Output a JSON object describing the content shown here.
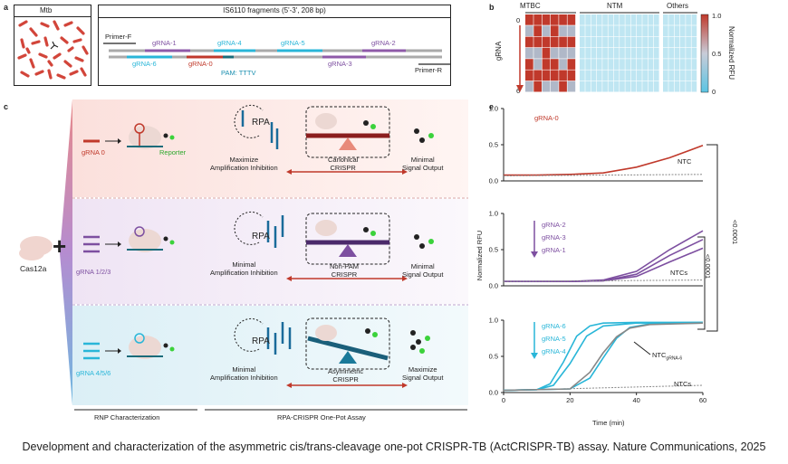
{
  "panel_a": {
    "letter": "a",
    "mtb_label": "Mtb",
    "title": "IS6110 fragments (5'-3', 208 bp)",
    "primer_f": "Primer-F",
    "primer_r": "Primer-R",
    "pam": "PAM: TTTV",
    "grnas_top": [
      "gRNA-1",
      "gRNA-4",
      "gRNA-5",
      "gRNA-2"
    ],
    "grnas_bottom": [
      "gRNA-6",
      "gRNA-0",
      "gRNA-3"
    ]
  },
  "panel_b": {
    "letter": "b",
    "col_groups": [
      "MTBC",
      "NTM",
      "Others"
    ],
    "y_label": "gRNA",
    "y_top": "0",
    "y_bottom": "6",
    "colorbar_label": "Normalized RFU",
    "colorbar_ticks": [
      "1.0",
      "0.5",
      "0"
    ],
    "colors": {
      "high": "#c0392b",
      "mid": "#b0b8c8",
      "low": "#bfe6f2"
    }
  },
  "panel_c": {
    "letter": "c",
    "cas": "Cas12a",
    "plus": "+",
    "rows": [
      {
        "grna": "gRNA 0",
        "reporter": "Reporter",
        "rpa": "RPA",
        "left_label": "Maximize\nAmplification Inhibition",
        "mode": "Canonical\nCRISPR",
        "right_label": "Minimal\nSignal Output",
        "color": "#c0392b"
      },
      {
        "grna": "gRNA 1/2/3",
        "rpa": "RPA",
        "left_label": "Minimal\nAmplification Inhibition",
        "mode": "Non-PAM\nCRISPR",
        "right_label": "Minimal\nSignal Output",
        "color": "#7d4fa0"
      },
      {
        "grna": "gRNA 4/5/6",
        "rpa": "RPA",
        "left_label": "Minimal\nAmplification Inhibition",
        "mode": "Asymmetric\nCRISPR",
        "right_label": "Maximize\nSignal Output",
        "color": "#29b6d8"
      }
    ],
    "footer_left": "RNP Characterization",
    "footer_right": "RPA-CRISPR One-Pot Assay"
  },
  "panel_e": {
    "letter": "e",
    "y_label": "Normalized RFU",
    "x_label": "Time (min)",
    "pvalues": [
      "<0.0001",
      "<0.0001"
    ]
  },
  "chart_data": [
    {
      "type": "line",
      "xlim": [
        0,
        60
      ],
      "ylim": [
        0,
        1.0
      ],
      "yticks": [
        "1.0",
        "0.5",
        "0.0"
      ],
      "series": [
        {
          "name": "gRNA-0",
          "color": "#c0392b",
          "x": [
            0,
            10,
            20,
            30,
            40,
            50,
            60
          ],
          "y": [
            0.08,
            0.08,
            0.09,
            0.11,
            0.19,
            0.32,
            0.49
          ]
        },
        {
          "name": "NTC",
          "color": "#888888",
          "x": [
            0,
            60
          ],
          "y": [
            0.07,
            0.09
          ]
        }
      ]
    },
    {
      "type": "line",
      "xlim": [
        0,
        60
      ],
      "ylim": [
        0,
        1.0
      ],
      "yticks": [
        "1.0",
        "0.5",
        "0.0"
      ],
      "series": [
        {
          "name": "gRNA-2",
          "color": "#7d4fa0",
          "x": [
            0,
            20,
            30,
            40,
            50,
            60
          ],
          "y": [
            0.06,
            0.06,
            0.08,
            0.2,
            0.5,
            0.76
          ]
        },
        {
          "name": "gRNA-3",
          "color": "#7d4fa0",
          "x": [
            0,
            20,
            30,
            40,
            50,
            60
          ],
          "y": [
            0.06,
            0.06,
            0.07,
            0.16,
            0.42,
            0.64
          ]
        },
        {
          "name": "gRNA-1",
          "color": "#7d4fa0",
          "x": [
            0,
            20,
            30,
            40,
            50,
            60
          ],
          "y": [
            0.06,
            0.06,
            0.07,
            0.13,
            0.33,
            0.52
          ]
        },
        {
          "name": "NTCs",
          "color": "#888888",
          "x": [
            0,
            60
          ],
          "y": [
            0.06,
            0.08
          ]
        }
      ]
    },
    {
      "type": "line",
      "xlim": [
        0,
        60
      ],
      "ylim": [
        0,
        1.0
      ],
      "yticks": [
        "1.0",
        "0.5",
        "0.0"
      ],
      "xticks": [
        "0",
        "20",
        "40",
        "60"
      ],
      "series": [
        {
          "name": "gRNA-6",
          "color": "#29b6d8",
          "x": [
            0,
            10,
            14,
            18,
            22,
            26,
            30,
            40,
            60
          ],
          "y": [
            0.03,
            0.04,
            0.12,
            0.42,
            0.78,
            0.92,
            0.96,
            0.97,
            0.97
          ]
        },
        {
          "name": "gRNA-5",
          "color": "#29b6d8",
          "x": [
            0,
            10,
            15,
            20,
            25,
            30,
            40,
            60
          ],
          "y": [
            0.03,
            0.04,
            0.1,
            0.4,
            0.78,
            0.92,
            0.96,
            0.97
          ]
        },
        {
          "name": "gRNA-4",
          "color": "#29b6d8",
          "x": [
            0,
            20,
            26,
            30,
            34,
            38,
            44,
            60
          ],
          "y": [
            0.03,
            0.05,
            0.2,
            0.48,
            0.75,
            0.9,
            0.95,
            0.96
          ]
        },
        {
          "name": "NTC gRNA-6",
          "color": "#888888",
          "x": [
            0,
            20,
            26,
            30,
            34,
            38,
            44,
            60
          ],
          "y": [
            0.03,
            0.05,
            0.28,
            0.55,
            0.77,
            0.89,
            0.94,
            0.96
          ]
        },
        {
          "name": "NTCs",
          "color": "#888888",
          "x": [
            0,
            60
          ],
          "y": [
            0.03,
            0.1
          ]
        }
      ]
    }
  ],
  "caption": "Development and characterization of the asymmetric cis/trans-cleavage one-pot CRISPR-TB (ActCRISPR-TB) assay. Nature Communications, 2025"
}
